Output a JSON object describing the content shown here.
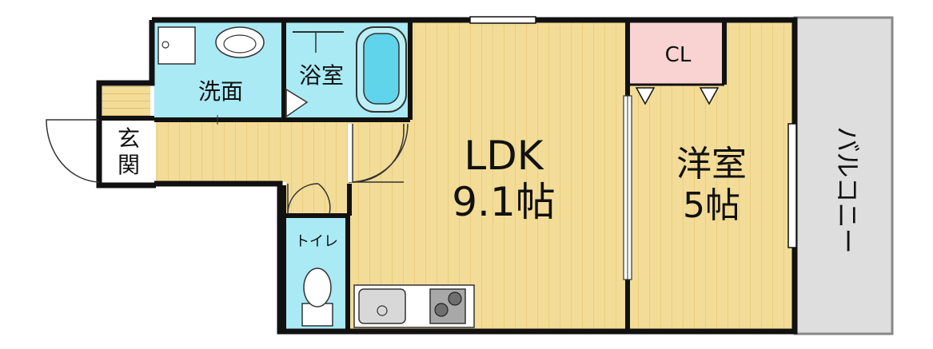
{
  "rooms": {
    "ldk_name": "LDK",
    "ldk_size": "9.1帖",
    "western_name": "洋室",
    "western_size": "5帖",
    "closet": "CL",
    "washroom": "洗面",
    "bathroom": "浴室",
    "toilet": "トイレ",
    "entrance_1": "玄",
    "entrance_2": "関",
    "balcony": "バルコニー"
  },
  "colors": {
    "floor_wood": "#f3dc97",
    "wood_line": "#e1c06a",
    "wet_area": "#a9eaf5",
    "closet": "#f9d2d2",
    "balcony": "#dedede",
    "wall": "#111111"
  }
}
